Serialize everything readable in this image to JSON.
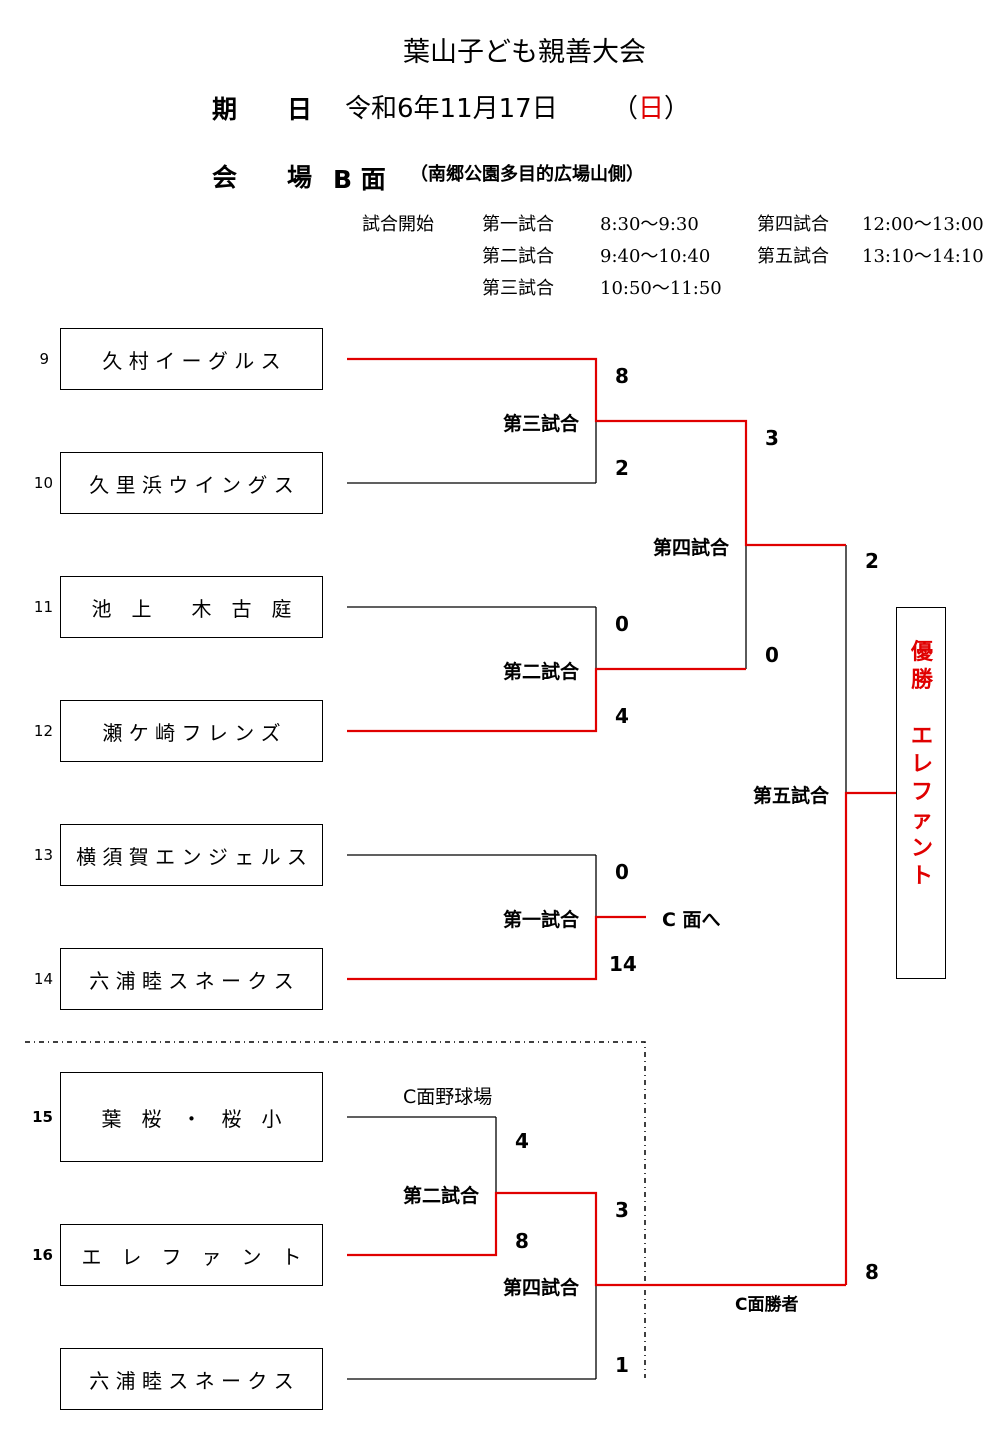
{
  "header": {
    "title": "葉山子ども親善大会",
    "date_label": "期　　日",
    "date_value": "令和6年11月17日",
    "day_open": "（",
    "day": "日",
    "day_close": "）",
    "venue_label": "会　　場",
    "venue_value": "B 面",
    "venue_note": "（南郷公園多目的広場山側）"
  },
  "schedule": {
    "label": "試合開始",
    "games": [
      {
        "name": "第一試合",
        "time": "8:30～9:30"
      },
      {
        "name": "第二試合",
        "time": "9:40～10:40"
      },
      {
        "name": "第三試合",
        "time": "10:50～11:50"
      },
      {
        "name": "第四試合",
        "time": "12:00～13:00"
      },
      {
        "name": "第五試合",
        "time": "13:10～14:10"
      }
    ]
  },
  "teams": [
    {
      "seed": "9",
      "name": "久 村 イ ー グ ル ス"
    },
    {
      "seed": "10",
      "name": "久 里 浜 ウ イ ン グ ス"
    },
    {
      "seed": "11",
      "name": "池　上　　木　古　庭"
    },
    {
      "seed": "12",
      "name": "瀬 ケ 崎 フ レ ン ズ"
    },
    {
      "seed": "13",
      "name": "横 須 賀 エ ン ジ ェ ル ス"
    },
    {
      "seed": "14",
      "name": "六 浦 睦 ス ネ ー ク ス"
    },
    {
      "seed": "15",
      "name": "葉　桜　・　桜　小"
    },
    {
      "seed": "16",
      "name": "エ　レ　フ　ァ　ン　ト"
    },
    {
      "seed": "",
      "name": "六 浦 睦 ス ネ ー ク ス"
    }
  ],
  "matches": {
    "m3": {
      "label": "第三試合",
      "top": "8",
      "bottom": "2"
    },
    "m2": {
      "label": "第二試合",
      "top": "0",
      "bottom": "4"
    },
    "m1": {
      "label": "第一試合",
      "top": "0",
      "bottom": "14",
      "to_c": "C 面へ"
    },
    "m4": {
      "label": "第四試合",
      "top": "3",
      "bottom": "0"
    },
    "m5": {
      "label": "第五試合",
      "top": "2",
      "bottom": "8"
    },
    "c_field": "C面野球場",
    "c2": {
      "label": "第二試合",
      "top": "4",
      "bottom": "8"
    },
    "c4": {
      "label": "第四試合",
      "top": "3",
      "bottom": "1"
    },
    "c_winner": "C面勝者"
  },
  "champion": {
    "label": "優勝",
    "team": "エレファント"
  },
  "colors": {
    "win_line": "#e00000",
    "line": "#000000"
  }
}
